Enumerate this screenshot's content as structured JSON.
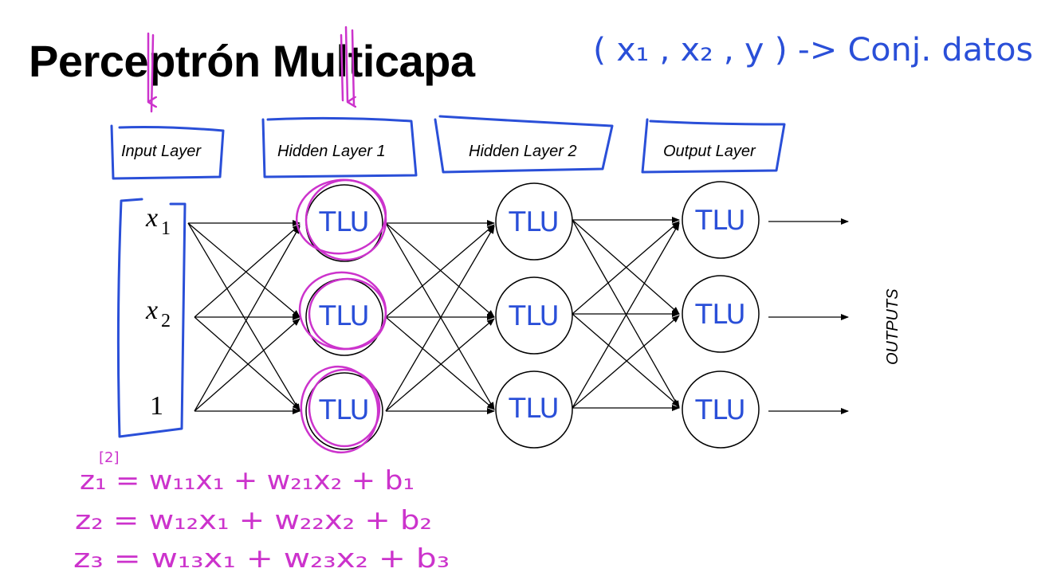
{
  "title": "Perceptrón Multicapa",
  "annotation_top": "( x₁ , x₂ , y ) -> Conj. datos",
  "layers": [
    {
      "label": "Input Layer"
    },
    {
      "label": "Hidden Layer 1"
    },
    {
      "label": "Hidden Layer 2"
    },
    {
      "label": "Output Layer"
    }
  ],
  "inputs": [
    {
      "symbol": "x",
      "sub": "1"
    },
    {
      "symbol": "x",
      "sub": "2"
    },
    {
      "symbol": "1",
      "sub": ""
    }
  ],
  "node_label": "TLU",
  "outputs_label": "OUTPUTS",
  "equations": {
    "superscript": "[2]",
    "lines": [
      "z₁ = w₁₁x₁ + w₂₁x₂ + b₁",
      "z₂ = w₁₂x₁ + w₂₂x₂ + b₂",
      "z₃ = w₁₃x₁ + w₂₃x₂ + b₃"
    ]
  },
  "colors": {
    "ink": "#000000",
    "annotation_blue": "#2a4fd8",
    "annotation_magenta": "#cc33cc"
  }
}
